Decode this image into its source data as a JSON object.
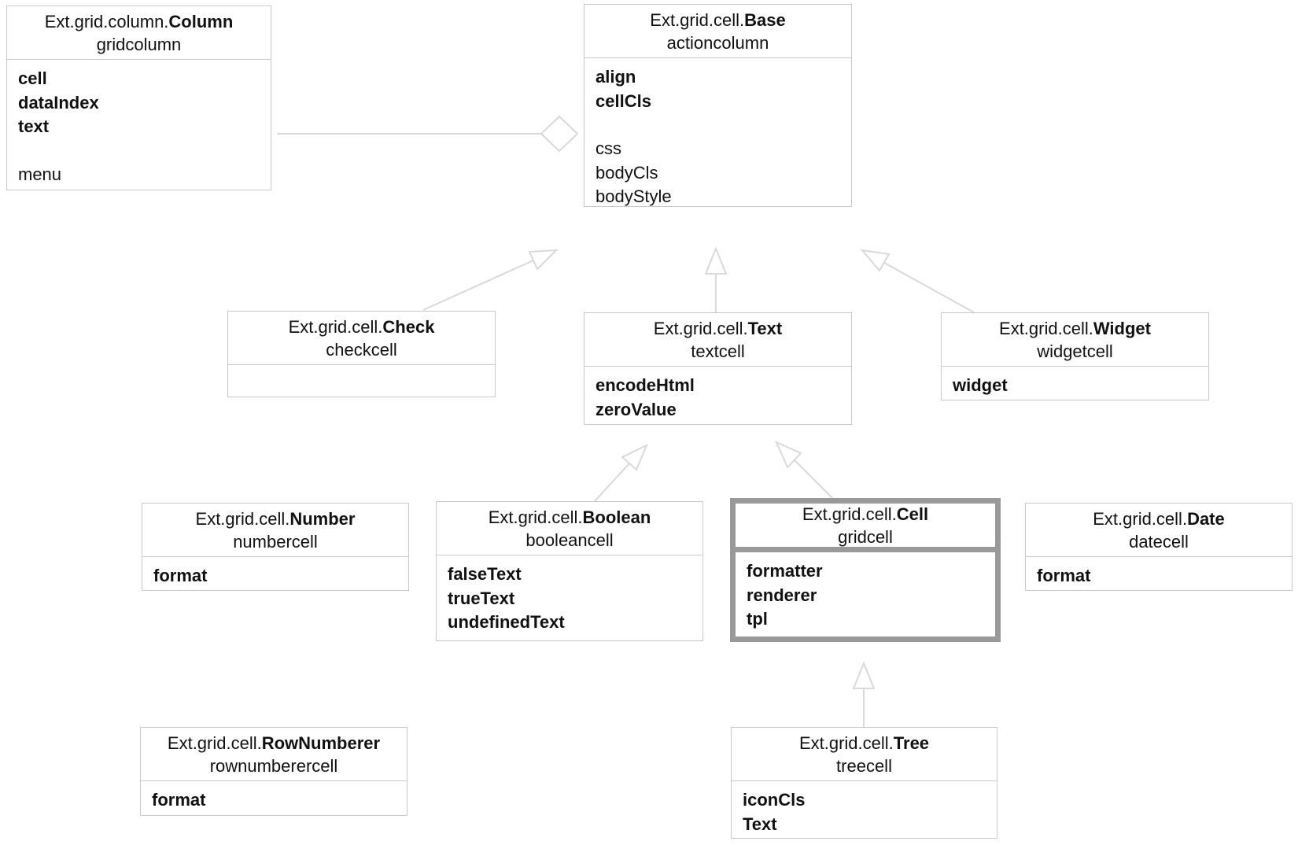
{
  "classes": [
    {
      "package": "Ext.grid.column.",
      "name": "Column",
      "xtype": "gridcolumn",
      "bold_configs": [
        "cell",
        "dataIndex",
        "text"
      ],
      "plain_configs": [
        "menu"
      ],
      "highlighted": false
    },
    {
      "package": "Ext.grid.cell.",
      "name": "Base",
      "xtype": "actioncolumn",
      "bold_configs": [
        "align",
        "cellCls"
      ],
      "plain_configs": [
        "css",
        "bodyCls",
        "bodyStyle"
      ],
      "highlighted": false
    },
    {
      "package": "Ext.grid.cell.",
      "name": "Check",
      "xtype": "checkcell",
      "bold_configs": [],
      "plain_configs": [],
      "highlighted": false
    },
    {
      "package": "Ext.grid.cell.",
      "name": "Text",
      "xtype": "textcell",
      "bold_configs": [
        "encodeHtml",
        "zeroValue"
      ],
      "plain_configs": [],
      "highlighted": false
    },
    {
      "package": "Ext.grid.cell.",
      "name": "Widget",
      "xtype": "widgetcell",
      "bold_configs": [
        "widget"
      ],
      "plain_configs": [],
      "highlighted": false
    },
    {
      "package": "Ext.grid.cell.",
      "name": "Number",
      "xtype": "numbercell",
      "bold_configs": [
        "format"
      ],
      "plain_configs": [],
      "highlighted": false
    },
    {
      "package": "Ext.grid.cell.",
      "name": "Boolean",
      "xtype": "booleancell",
      "bold_configs": [
        "falseText",
        "trueText",
        "undefinedText"
      ],
      "plain_configs": [],
      "highlighted": false
    },
    {
      "package": "Ext.grid.cell.",
      "name": "Cell",
      "xtype": "gridcell",
      "bold_configs": [
        "formatter",
        "renderer",
        "tpl"
      ],
      "plain_configs": [],
      "highlighted": true
    },
    {
      "package": "Ext.grid.cell.",
      "name": "Date",
      "xtype": "datecell",
      "bold_configs": [
        "format"
      ],
      "plain_configs": [],
      "highlighted": false
    },
    {
      "package": "Ext.grid.cell.",
      "name": "RowNumberer",
      "xtype": "rownumberercell",
      "bold_configs": [
        "format"
      ],
      "plain_configs": [],
      "highlighted": false
    },
    {
      "package": "Ext.grid.cell.",
      "name": "Tree",
      "xtype": "treecell",
      "bold_configs": [
        "iconCls",
        "Text"
      ],
      "plain_configs": [],
      "highlighted": false
    }
  ],
  "relations": [
    {
      "type": "aggregation",
      "from": "Ext.grid.column.Column",
      "to": "Ext.grid.cell.Base"
    },
    {
      "type": "extends",
      "from": "Ext.grid.cell.Check",
      "to": "Ext.grid.cell.Base"
    },
    {
      "type": "extends",
      "from": "Ext.grid.cell.Text",
      "to": "Ext.grid.cell.Base"
    },
    {
      "type": "extends",
      "from": "Ext.grid.cell.Widget",
      "to": "Ext.grid.cell.Base"
    },
    {
      "type": "extends",
      "from": "Ext.grid.cell.Boolean",
      "to": "Ext.grid.cell.Text"
    },
    {
      "type": "extends",
      "from": "Ext.grid.cell.Cell",
      "to": "Ext.grid.cell.Text"
    },
    {
      "type": "extends",
      "from": "Ext.grid.cell.Tree",
      "to": "Ext.grid.cell.Cell"
    }
  ],
  "colors": {
    "box_border": "#c9c9c9",
    "highlight_border": "#999999",
    "connector": "#d9d9d9",
    "text": "#111111"
  }
}
